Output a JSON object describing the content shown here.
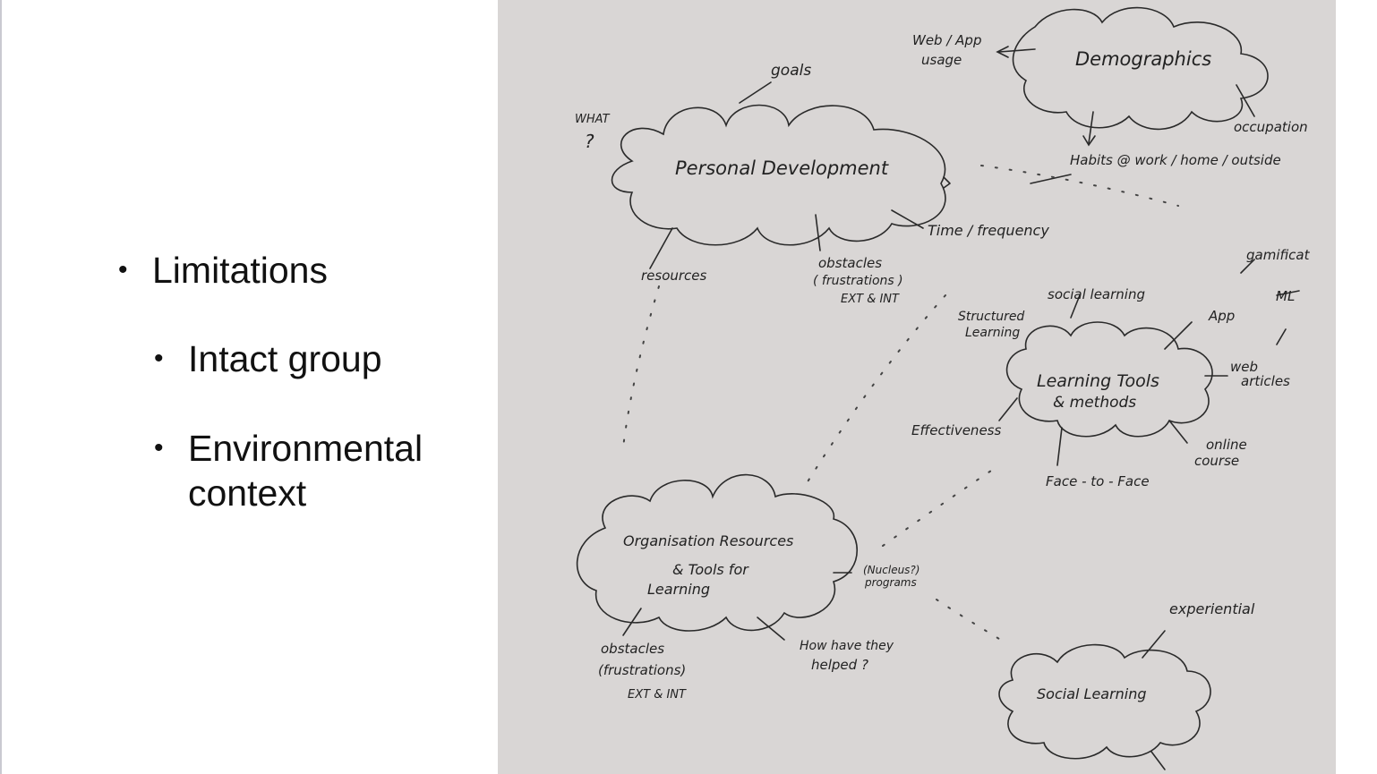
{
  "bullets": {
    "level1": "Limitations",
    "level2_a": "Intact group",
    "level2_b": "Environmental context"
  },
  "sketch": {
    "what_label": "WHAT",
    "what_mark": "?",
    "goals": "goals",
    "personal_development": "Personal Development",
    "web_app_usage_1": "Web / App",
    "web_app_usage_2": "usage",
    "demographics": "Demographics",
    "occupation": "occupation",
    "habits": "Habits @ work / home / outside",
    "time_frequency": "Time / frequency",
    "resources": "resources",
    "obstacles_1": "obstacles",
    "obstacles_2": "( frustrations )",
    "obstacles_3": "EXT & INT",
    "structured_learning_1": "Structured",
    "structured_learning_2": "Learning",
    "social_learning_top": "social learning",
    "gamification": "gamificat",
    "ml": "ML",
    "app": "App",
    "web_articles_1": "web",
    "web_articles_2": "articles",
    "learning_tools_1": "Learning Tools",
    "learning_tools_2": "& methods",
    "effectiveness": "Effectiveness",
    "online_course_1": "online",
    "online_course_2": "course",
    "face_to_face": "Face - to - Face",
    "org_resources_1": "Organisation Resources",
    "org_resources_2": "& Tools for",
    "org_resources_3": "Learning",
    "nucleus_1": "(Nucleus?)",
    "nucleus_2": "programs",
    "org_obstacles_1": "obstacles",
    "org_obstacles_2": "(frustrations)",
    "org_obstacles_3": "EXT & INT",
    "how_helped_1": "How have they",
    "how_helped_2": "helped ?",
    "experiential": "experiential",
    "social_learning_bottom": "Social Learning"
  }
}
